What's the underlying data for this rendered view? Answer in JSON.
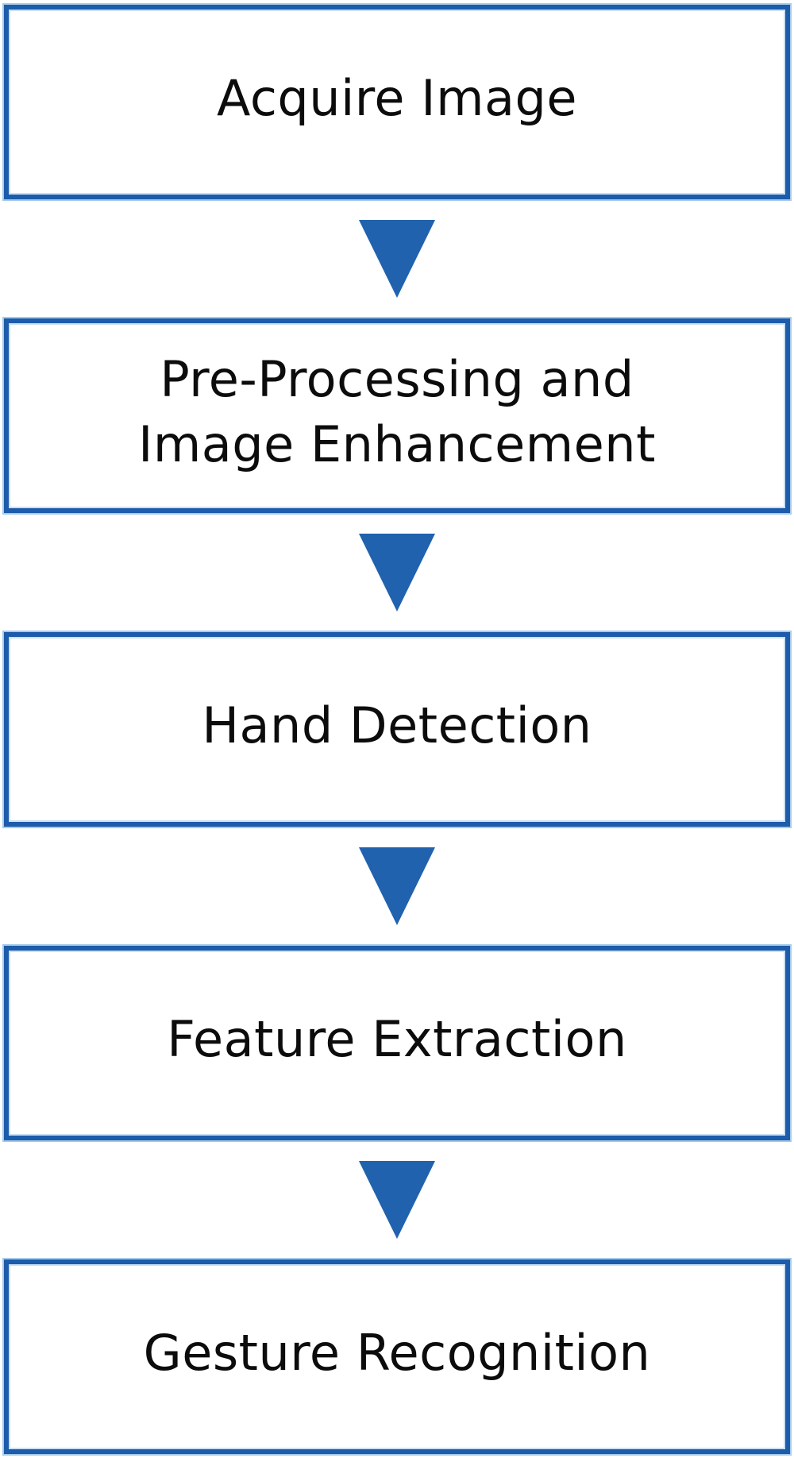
{
  "diagram": {
    "type": "flowchart",
    "direction": "top-down",
    "steps": [
      {
        "label": "Acquire Image"
      },
      {
        "label": "Pre-Processing and\nImage Enhancement"
      },
      {
        "label": "Hand Detection"
      },
      {
        "label": "Feature Extraction"
      },
      {
        "label": "Gesture Recognition"
      }
    ],
    "connector": "down-arrow",
    "colors": {
      "box_border": "#1d5bab",
      "box_border_halo": "#a6cbe9",
      "box_background": "#ffffff",
      "arrow_fill": "#2062ae",
      "text": "#0c0c0c",
      "page_background": "#ffffff"
    }
  }
}
